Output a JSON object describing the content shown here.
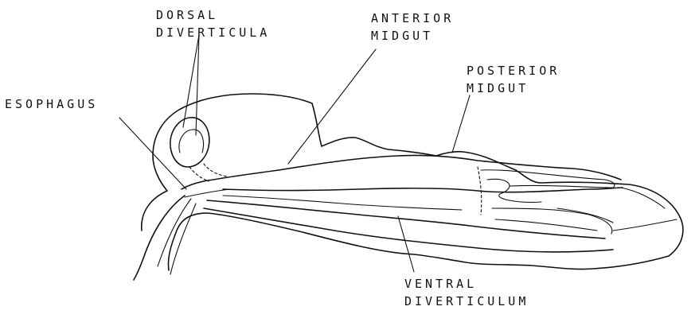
{
  "labels": {
    "dorsal_diverticula": [
      "DORSAL",
      "DIVERTICULA"
    ],
    "anterior_midgut": [
      "ANTERIOR",
      "MIDGUT"
    ],
    "posterior_midgut": [
      "POSTERIOR",
      "MIDGUT"
    ],
    "esophagus": "ESOPHAGUS",
    "ventral_diverticulum": [
      "VENTRAL",
      "DIVERTICULUM"
    ]
  },
  "colors": {
    "ink": "#111111",
    "paper": "#ffffff"
  }
}
